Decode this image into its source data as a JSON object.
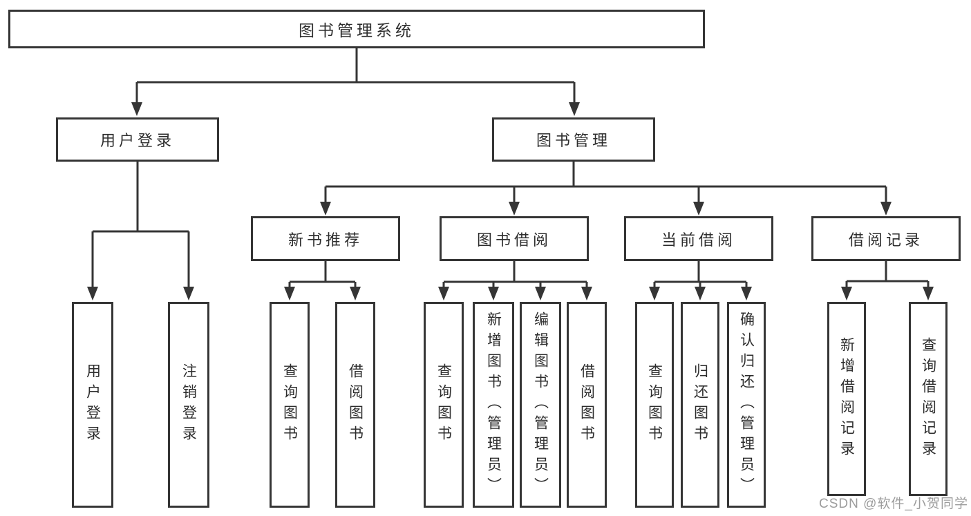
{
  "tree": {
    "label": "图书管理系统",
    "children": [
      {
        "label": "用户登录",
        "children": [
          {
            "label": "用户登录"
          },
          {
            "label": "注销登录"
          }
        ]
      },
      {
        "label": "图书管理",
        "children": [
          {
            "label": "新书推荐",
            "children": [
              {
                "label": "查询图书"
              },
              {
                "label": "借阅图书"
              }
            ]
          },
          {
            "label": "图书借阅",
            "children": [
              {
                "label": "查询图书"
              },
              {
                "label": "新增图书（管理员）"
              },
              {
                "label": "编辑图书（管理员）"
              },
              {
                "label": "借阅图书"
              }
            ]
          },
          {
            "label": "当前借阅",
            "children": [
              {
                "label": "查询图书"
              },
              {
                "label": "归还图书"
              },
              {
                "label": "确认归还（管理员）"
              }
            ]
          },
          {
            "label": "借阅记录",
            "children": [
              {
                "label": "新增借阅记录"
              },
              {
                "label": "查询借阅记录"
              }
            ]
          }
        ]
      }
    ]
  },
  "watermark": {
    "text": "CSDN @软件_小贺同学"
  },
  "colors": {
    "line": "#353535",
    "text": "#2d2d2d",
    "watermark": "#9c9c9c",
    "background": "#ffffff"
  }
}
